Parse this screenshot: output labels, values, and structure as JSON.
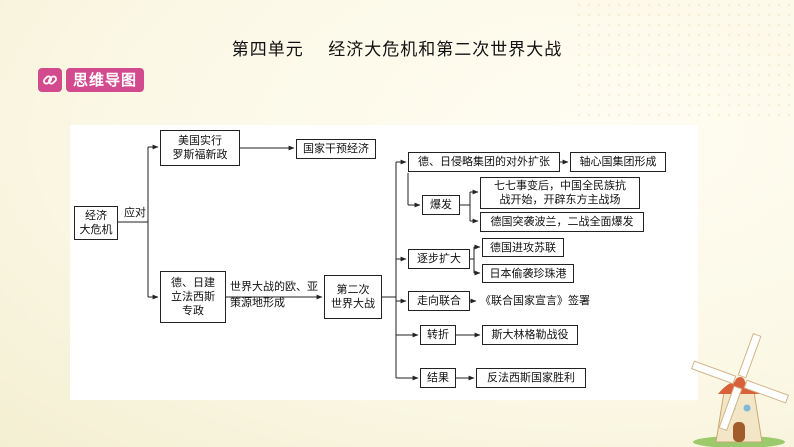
{
  "title": "第四单元　 经济大危机和第二次世界大战",
  "section_tag": {
    "icon": "link-icon",
    "label": "思维导图"
  },
  "colors": {
    "accent": "#d24b8e",
    "background": "#fbf8e6"
  },
  "diagram": {
    "root": "经济\n大危机",
    "edge_label_respond": "应对",
    "usa_policy": "美国实行\n罗斯福新政",
    "state_intervention": "国家干预经济",
    "fascist_dictatorship": "德、日建\n立法西斯\n专政",
    "edge_label_sources": "世界大战的欧、亚\n策源地形成",
    "ww2": "第二次\n世界大战",
    "expansion": "德、日侵略集团的对外扩张",
    "axis_formed": "轴心国集团形成",
    "outbreak": "爆发",
    "outbreak_items": [
      "七七事变后，中国全民族抗\n战开始，开辟东方主战场",
      "德国突袭波兰，二战全面爆发"
    ],
    "escalation": "逐步扩大",
    "escalation_items": [
      "德国进攻苏联",
      "日本偷袭珍珠港"
    ],
    "alliance": "走向联合",
    "alliance_item": "《联合国家宣言》签署",
    "turning_point": "转折",
    "turning_point_item": "斯大林格勒战役",
    "result": "结果",
    "result_item": "反法西斯国家胜利"
  }
}
